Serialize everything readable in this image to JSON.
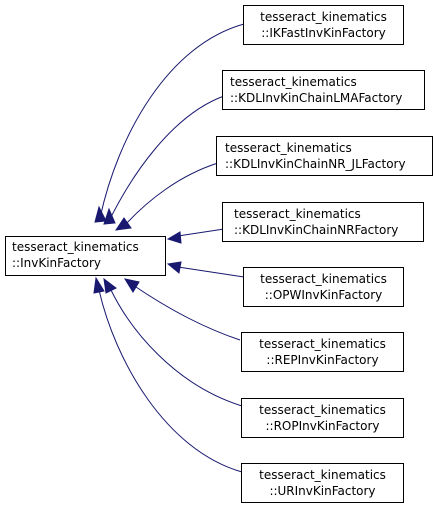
{
  "diagram": {
    "base": {
      "line1": "tesseract_kinematics",
      "line2": "::InvKinFactory"
    },
    "derived": [
      {
        "line1": "tesseract_kinematics",
        "line2": "::IKFastInvKinFactory"
      },
      {
        "line1": "tesseract_kinematics",
        "line2": "::KDLInvKinChainLMAFactory"
      },
      {
        "line1": "tesseract_kinematics",
        "line2": "::KDLInvKinChainNR_JLFactory"
      },
      {
        "line1": "tesseract_kinematics",
        "line2": "::KDLInvKinChainNRFactory"
      },
      {
        "line1": "tesseract_kinematics",
        "line2": "::OPWInvKinFactory"
      },
      {
        "line1": "tesseract_kinematics",
        "line2": "::REPInvKinFactory"
      },
      {
        "line1": "tesseract_kinematics",
        "line2": "::ROPInvKinFactory"
      },
      {
        "line1": "tesseract_kinematics",
        "line2": "::URInvKinFactory"
      }
    ],
    "colors": {
      "edge": "#191970",
      "box_border": "#000000",
      "background": "#ffffff"
    }
  }
}
